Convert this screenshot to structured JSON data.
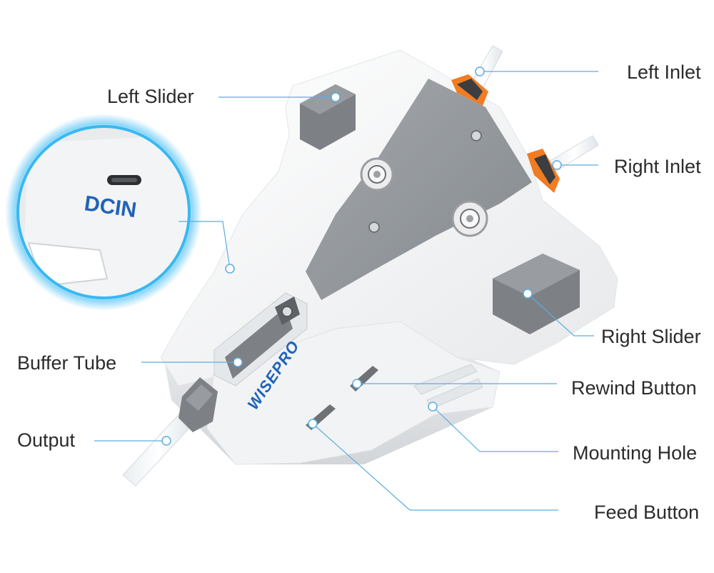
{
  "colors": {
    "leader_line": "#5aaee0",
    "body_white": "#f4f5f6",
    "body_shadow": "#d9dcdf",
    "plate_gray": "#8f9398",
    "slider_gray": "#7d8186",
    "accent_orange": "#f07c24",
    "brand_blue": "#1f63b8",
    "glow_blue": "#38b8f2"
  },
  "device": {
    "brand_text": "WISEPRO",
    "port_text": "DCIN"
  },
  "callouts": {
    "left_slider": "Left Slider",
    "buffer_tube": "Buffer Tube",
    "output": "Output",
    "left_inlet": "Left Inlet",
    "right_inlet": "Right Inlet",
    "right_slider": "Right Slider",
    "rewind_button": "Rewind Button",
    "mounting_hole": "Mounting Hole",
    "feed_button": "Feed Button"
  }
}
